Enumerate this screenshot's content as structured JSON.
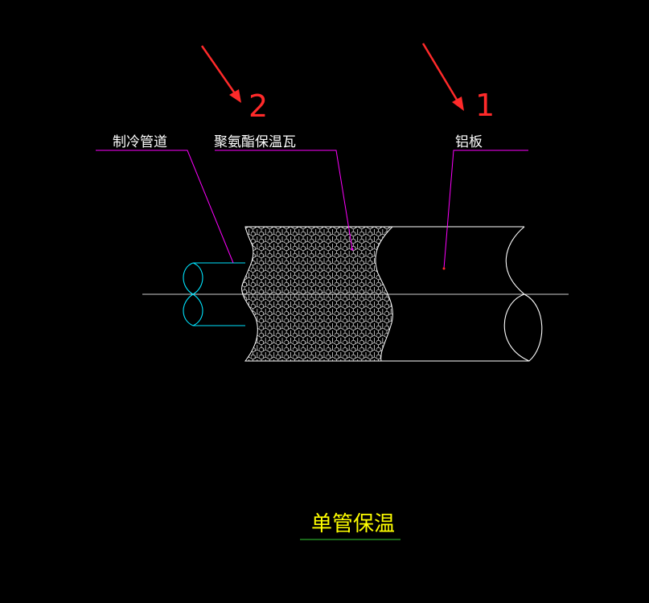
{
  "labels": {
    "refrigeration_pipe": "制冷管道",
    "pu_insulation": "聚氨酯保温瓦",
    "aluminum_sheet": "铝板",
    "title": "单管保温",
    "marker_1": "1",
    "marker_2": "2"
  },
  "colors": {
    "background": "#000000",
    "outline": "#ffffff",
    "leader": "#ff00ff",
    "pipe": "#00e5ff",
    "title": "#ffff00",
    "title_underline": "#33cc33",
    "arrow": "#ff2a2a",
    "center_line": "#cfcfcf"
  }
}
